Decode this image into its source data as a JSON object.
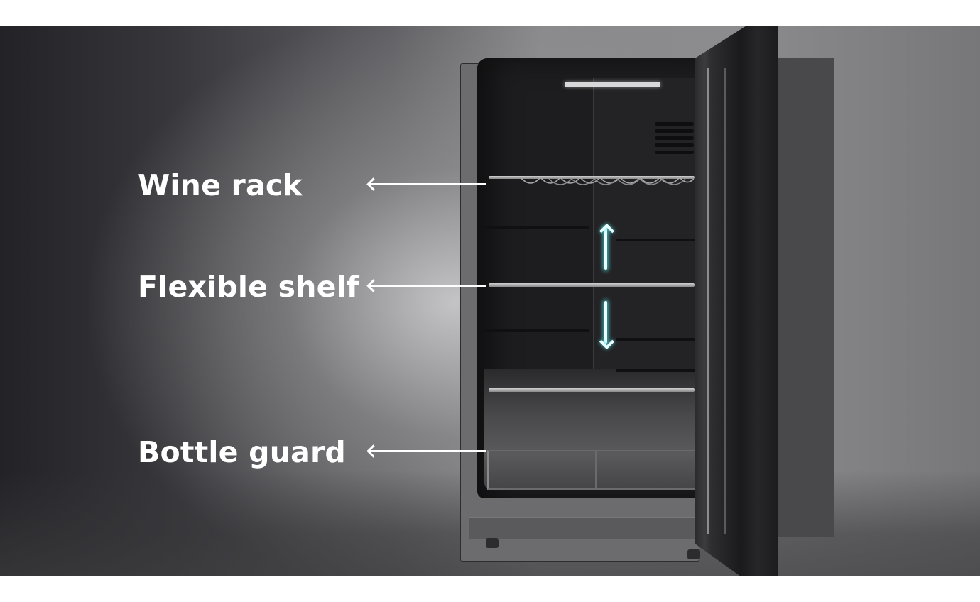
{
  "image": {
    "subject": "Open beverage fridge with interior features annotated",
    "background_color": "#ffffff",
    "accent_arrow_color": "#5fdde0"
  },
  "callouts": [
    {
      "label": "Wine rack",
      "target": "wine-rack"
    },
    {
      "label": "Flexible shelf",
      "target": "flexible-shelf"
    },
    {
      "label": "Bottle guard",
      "target": "bottle-guard"
    }
  ],
  "indicators": {
    "shelf_adjust_up": "arrow-up",
    "shelf_adjust_down": "arrow-down"
  }
}
